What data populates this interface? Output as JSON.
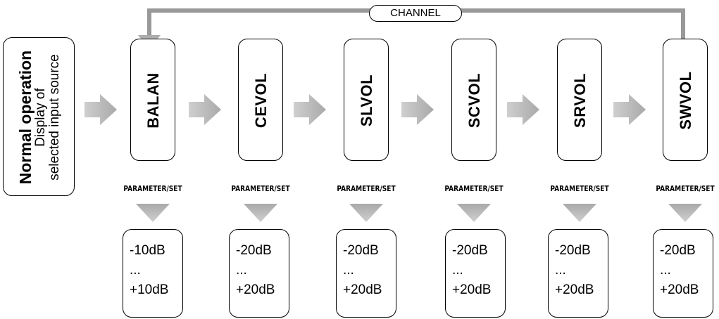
{
  "normal": {
    "title": "Normal operation",
    "line1": "Display of",
    "line2": "selected input source"
  },
  "channel_label": "CHANNEL",
  "modes": [
    {
      "label": "BALAN",
      "param": "PARAMETER/SET",
      "range": {
        "min": "-10dB",
        "mid": "...",
        "max": "+10dB"
      }
    },
    {
      "label": "CEVOL",
      "param": "PARAMETER/SET",
      "range": {
        "min": "-20dB",
        "mid": "...",
        "max": "+20dB"
      }
    },
    {
      "label": "SLVOL",
      "param": "PARAMETER/SET",
      "range": {
        "min": "-20dB",
        "mid": "...",
        "max": "+20dB"
      }
    },
    {
      "label": "SCVOL",
      "param": "PARAMETER/SET",
      "range": {
        "min": "-20dB",
        "mid": "...",
        "max": "+20dB"
      }
    },
    {
      "label": "SRVOL",
      "param": "PARAMETER/SET",
      "range": {
        "min": "-20dB",
        "mid": "...",
        "max": "+20dB"
      }
    },
    {
      "label": "SWVOL",
      "param": "PARAMETER/SET",
      "range": {
        "min": "-20dB",
        "mid": "...",
        "max": "+20dB"
      }
    }
  ],
  "colors": {
    "arrow_fill": "#a9a9a9",
    "arrow_shadow": "#d4d4d4",
    "loop_line": "#999999",
    "stroke": "#000000"
  }
}
